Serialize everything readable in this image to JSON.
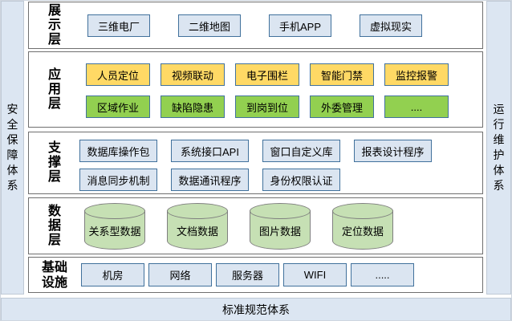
{
  "frame": {
    "left_bar_label": "安全保障体系",
    "right_bar_label": "运行维护体系",
    "bottom_bar_label": "标准规范体系"
  },
  "layers": [
    {
      "id": "presentation",
      "title": "展示层",
      "rows": [
        {
          "style": "blue",
          "nodes": [
            "三维电厂",
            "二维地图",
            "手机APP",
            "虚拟现实"
          ]
        }
      ]
    },
    {
      "id": "application",
      "title": "应用层",
      "rows": [
        {
          "style": "yellow",
          "nodes": [
            "人员定位",
            "视频联动",
            "电子围栏",
            "智能门禁",
            "监控报警"
          ]
        },
        {
          "style": "green",
          "nodes": [
            "区域作业",
            "缺陷隐患",
            "到岗到位",
            "外委管理",
            "...."
          ]
        }
      ]
    },
    {
      "id": "support",
      "title": "支撑层",
      "rows": [
        {
          "style": "blue",
          "nodes": [
            "数据库操作包",
            "系统接口API",
            "窗口自定义库",
            "报表设计程序"
          ]
        },
        {
          "style": "blue",
          "nodes": [
            "消息同步机制",
            "数据通讯程序",
            "身份权限认证"
          ]
        }
      ]
    },
    {
      "id": "data",
      "title": "数据层",
      "rows": [
        {
          "style": "cylinder",
          "nodes": [
            "关系型数据",
            "文档数据",
            "图片数据",
            "定位数据"
          ]
        }
      ]
    },
    {
      "id": "infrastructure",
      "title": "基础设施",
      "rows": [
        {
          "style": "blue",
          "nodes": [
            "机房",
            "网络",
            "服务器",
            "WIFI",
            "....."
          ]
        }
      ]
    }
  ],
  "colors": {
    "bar_fill": "#dce6f2",
    "bar_border": "#bfc9d5",
    "layer_border": "#6f6f6f",
    "blue_node_fill": "#dbe5f1",
    "node_border": "#41719c",
    "yellow_node_fill": "#ffd965",
    "green_node_fill": "#92d050",
    "cylinder_fill": "#c6e0b4",
    "cylinder_border": "#7f7f7f"
  }
}
